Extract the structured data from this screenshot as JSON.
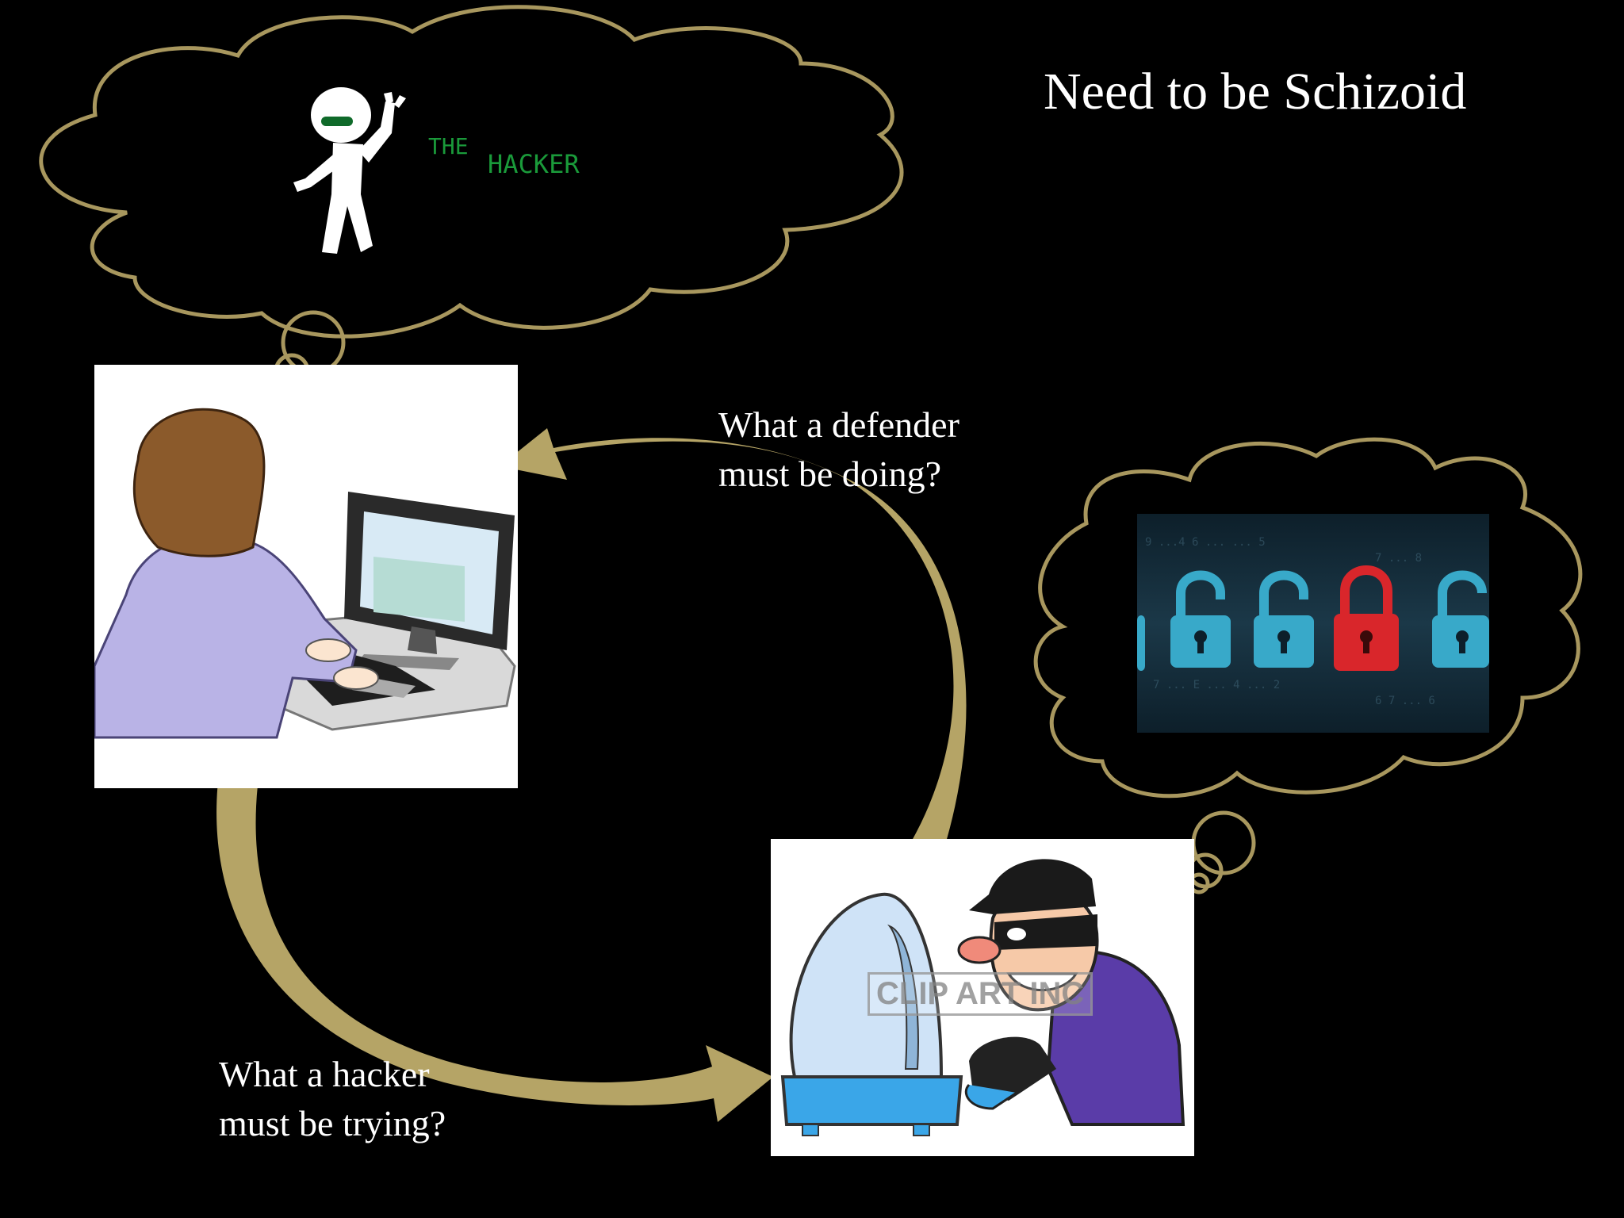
{
  "slide": {
    "title": "Need to be Schizoid"
  },
  "labels": {
    "defender": {
      "line1": "What a defender",
      "line2": "must be doing?"
    },
    "hacker": {
      "line1": "What a hacker",
      "line2": "must be trying?"
    }
  },
  "hacker_thought": {
    "logo_top": "THE",
    "logo_bottom": "HACKER"
  },
  "watermark": "CLIP ART INC",
  "colors": {
    "background": "#000000",
    "cloud_outline": "#a8975e",
    "arrow": "#b5a466",
    "logo_green": "#1a9a3a",
    "lock_blue": "#38a9c9",
    "lock_red": "#d9262b"
  }
}
